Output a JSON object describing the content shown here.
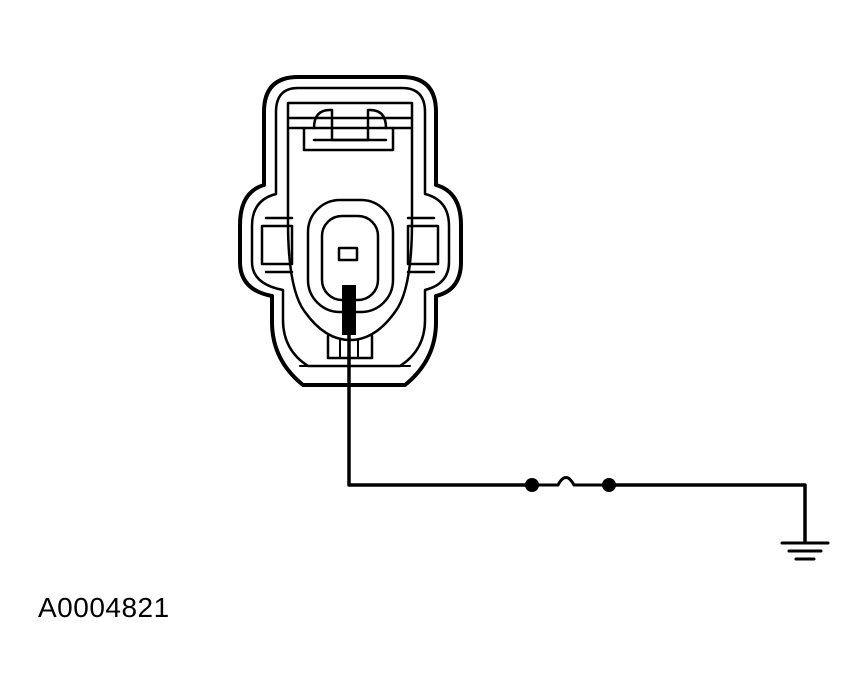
{
  "figure_id": "A0004821",
  "colors": {
    "line": "#000000",
    "background": "#ffffff"
  },
  "diagram": {
    "components": [
      {
        "name": "connector-face",
        "icon": "single-pin-connector-icon"
      },
      {
        "name": "wire"
      },
      {
        "name": "jumper",
        "icon": "fused-jumper-icon"
      },
      {
        "name": "ground",
        "icon": "ground-icon"
      }
    ]
  }
}
